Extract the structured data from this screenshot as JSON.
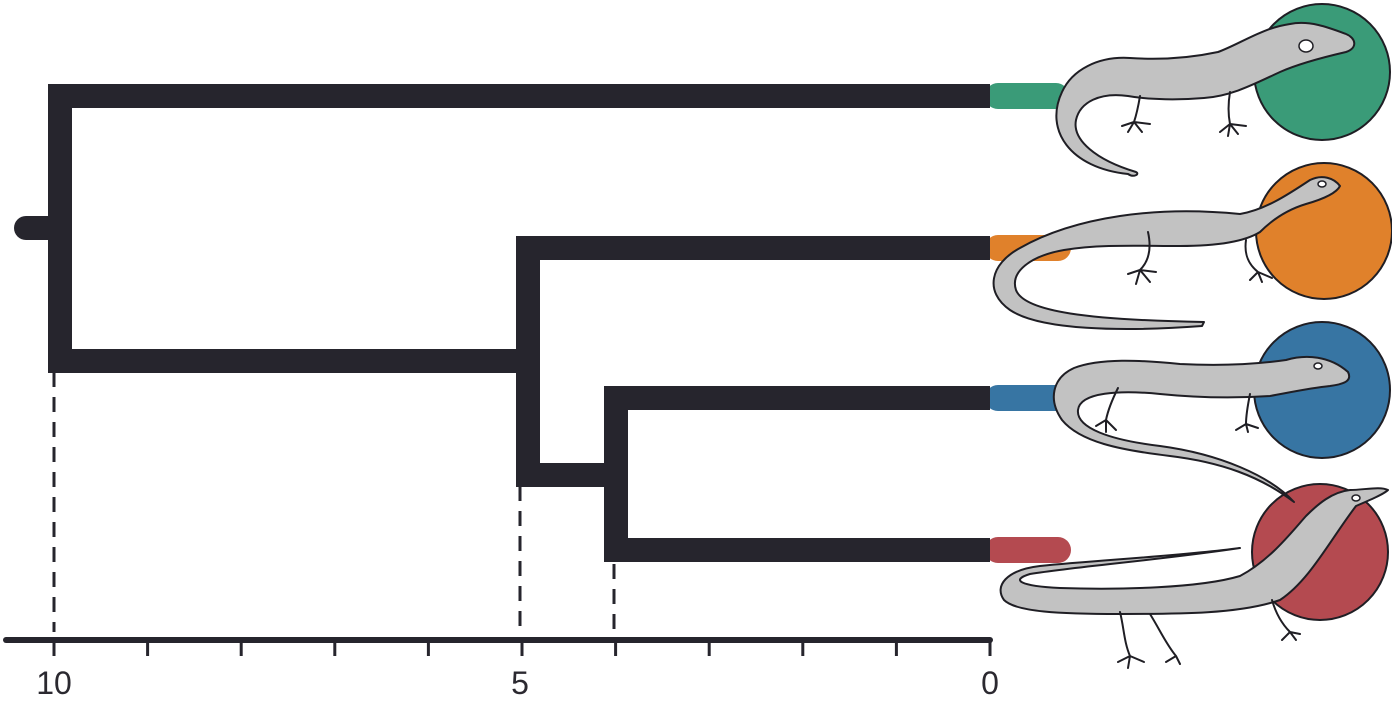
{
  "axis": {
    "ticks": [
      {
        "value": 10,
        "label": "10"
      },
      {
        "value": 5,
        "label": "5"
      },
      {
        "value": 0,
        "label": "0"
      }
    ],
    "minor_step": 1,
    "min": 0,
    "max": 10,
    "direction": "reversed"
  },
  "tree": {
    "root_age": 10,
    "nodes": [
      {
        "id": "n1",
        "age": 10
      },
      {
        "id": "n2",
        "age": 5
      },
      {
        "id": "n3",
        "age": 4
      }
    ],
    "tips": [
      {
        "id": "tip-green",
        "color": "#3a9b78",
        "icon": "gecko-icon"
      },
      {
        "id": "tip-orange",
        "color": "#e0812b",
        "icon": "long-tailed-lizard-icon"
      },
      {
        "id": "tip-blue",
        "color": "#3775a3",
        "icon": "skink-like-lizard-icon"
      },
      {
        "id": "tip-red",
        "color": "#b44a50",
        "icon": "slender-lizard-icon"
      }
    ],
    "branch_color": "#26252d"
  }
}
